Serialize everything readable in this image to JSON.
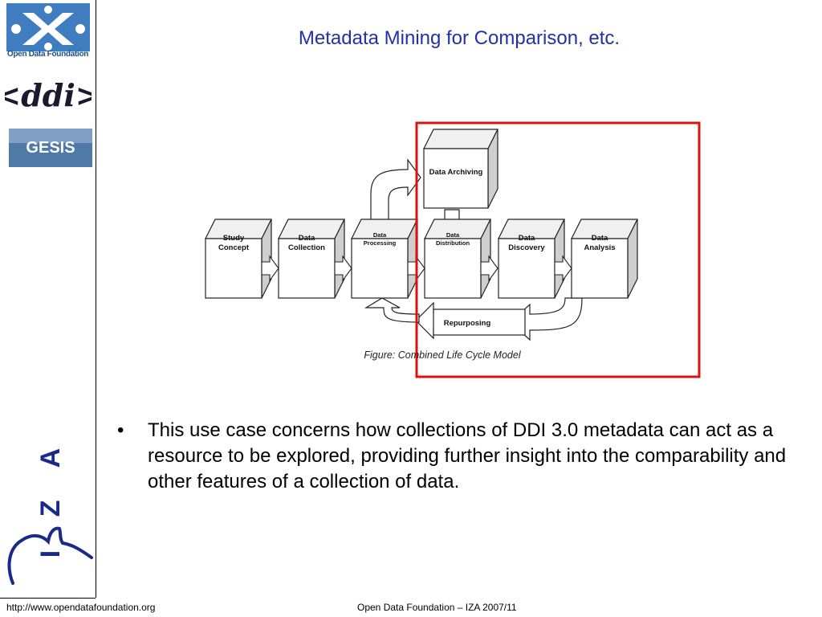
{
  "slide": {
    "title": "Metadata Mining for Comparison, etc.",
    "bullet": "This use case concerns how collections of DDI 3.0 metadata can act as a resource to be explored, providing further insight into the comparability and other features of a collection of data.",
    "bullet_symbol": "•"
  },
  "sidebar": {
    "odf_logo_text": "Open Data Foundation",
    "ddi_logo_text": "<ddi>",
    "gesis_logo_text": "GESIS",
    "iza_logo_text": "I Z A"
  },
  "diagram": {
    "caption": "Figure: Combined Life Cycle Model",
    "boxes": [
      "Study Concept",
      "Data Collection",
      "Data Processing",
      "Data Distribution",
      "Data Discovery",
      "Data Analysis"
    ],
    "archiving": "Data Archiving",
    "repurposing": "Repurposing",
    "highlight_color": "#e01010"
  },
  "footer": {
    "url": "http://www.opendatafoundation.org",
    "center": "Open Data Foundation – IZA 2007/11"
  }
}
